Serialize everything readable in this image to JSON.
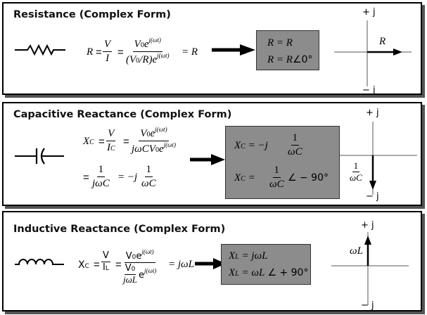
{
  "panels": [
    {
      "title": "Resistance (Complex Form)",
      "eq_R": "R",
      "eq_eq1": "=",
      "eq_V": "V",
      "eq_I": "I",
      "eq_eq2": "=",
      "eq_num": "V",
      "eq_num_sub": "0",
      "eq_num_exp": "j(ωt)",
      "eq_den": "(V",
      "eq_den_sub": "0",
      "eq_den_rest": "/R)e",
      "eq_den_exp": "j(ωt)",
      "eq_tail": "= R",
      "box_line1": "R = R",
      "box_line2_a": "R = R",
      "box_line2_b": "∠0°",
      "axis_top": "+ j",
      "axis_bottom": "− j",
      "vector_label": "R"
    },
    {
      "title": "Capacitive Reactance (Complex Form)",
      "eq_X": "X",
      "eq_Xsub": "C",
      "eq_eq1": "=",
      "eq_V": "V",
      "eq_I": "I",
      "eq_Isub": "C",
      "eq_eq2": "=",
      "eq_num": "V",
      "eq_num_sub": "0",
      "eq_num_exp": "j(ωt)",
      "eq_den": "jωCV",
      "eq_den_sub": "0",
      "eq_den_exp": "j(ωt)",
      "eq2_eq": "=",
      "eq2_f1_num": "1",
      "eq2_f1_den": "jωC",
      "eq2_mid": "= −j",
      "eq2_f2_num": "1",
      "eq2_f2_den": "ωC",
      "box_l1_X": "X",
      "box_l1_sub": "C",
      "box_l1_mid": "= −j",
      "box_l1_num": "1",
      "box_l1_den": "ωC",
      "box_l2_X": "X",
      "box_l2_sub": "C",
      "box_l2_eq": "=",
      "box_l2_num": "1",
      "box_l2_den": "ωC",
      "box_l2_angle": "∠ − 90°",
      "axis_top": "+ j",
      "axis_bottom": "− j",
      "vector_num": "1",
      "vector_den": "ωC"
    },
    {
      "title": "Inductive Reactance (Complex Form)",
      "eq_X": "X",
      "eq_Xsub": "C",
      "eq_eq1": "=",
      "eq_V": "V",
      "eq_I": "I",
      "eq_Isub": "L",
      "eq_eq2": "=",
      "eq_num": "V",
      "eq_num_sub": "0",
      "eq_num_exp": "j(ωt)",
      "eq_den_num": "V",
      "eq_den_num_sub": "0",
      "eq_den_den": "jωL",
      "eq_den_e": "e",
      "eq_den_exp": "j(ωt)",
      "eq_tail": "= jωL",
      "box_l1_X": "X",
      "box_l1_sub": "L",
      "box_l1_rest": "= jωL",
      "box_l2_X": "X",
      "box_l2_sub": "L",
      "box_l2_rest": "= ωL",
      "box_l2_angle": "∠ + 90°",
      "axis_top": "+ j",
      "axis_bottom": "− j",
      "vector_label": "ωL"
    }
  ]
}
